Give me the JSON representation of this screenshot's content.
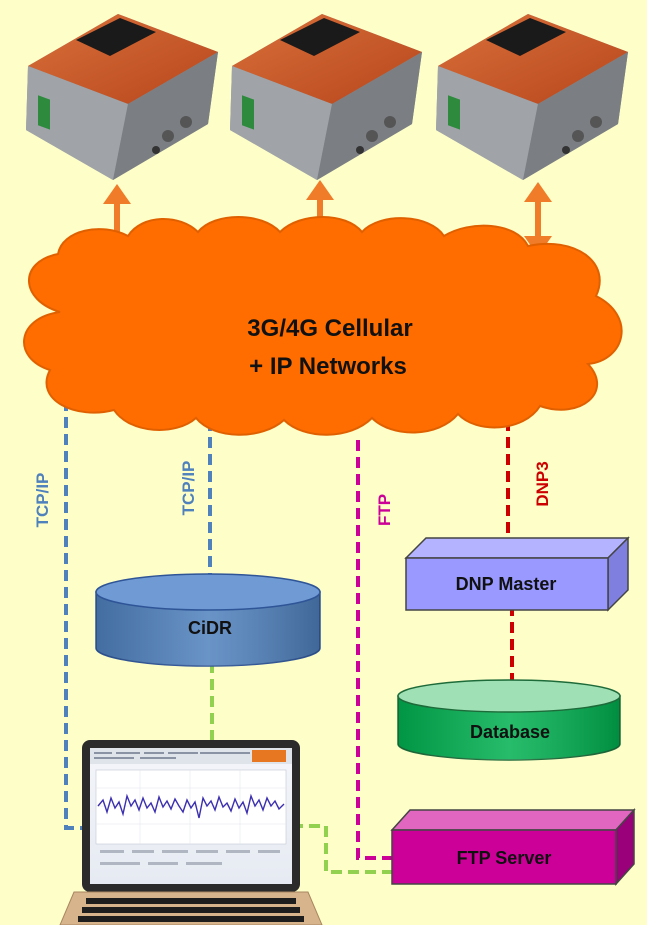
{
  "cloud": {
    "line1": "3G/4G Cellular",
    "line2": "+ IP Networks"
  },
  "links": {
    "tcpip_left": "TCP/IP",
    "tcpip_cidr": "TCP/IP",
    "ftp": "FTP",
    "dnp3": "DNP3"
  },
  "nodes": {
    "cidr": "CiDR",
    "dnp_master": "DNP Master",
    "database": "Database",
    "ftp_server": "FTP Server"
  },
  "colors": {
    "background": "#fefec8",
    "cloud": "#ff6c00",
    "tcpip": "#4f81bd",
    "ftp": "#cc0099",
    "dnp3": "#cc0000",
    "green_link": "#92d050",
    "cidr_fill": "#4f81bd",
    "dnp_master_fill": "#9999ff",
    "database_fill": "#00b050",
    "ftp_server_fill": "#cc0099"
  }
}
